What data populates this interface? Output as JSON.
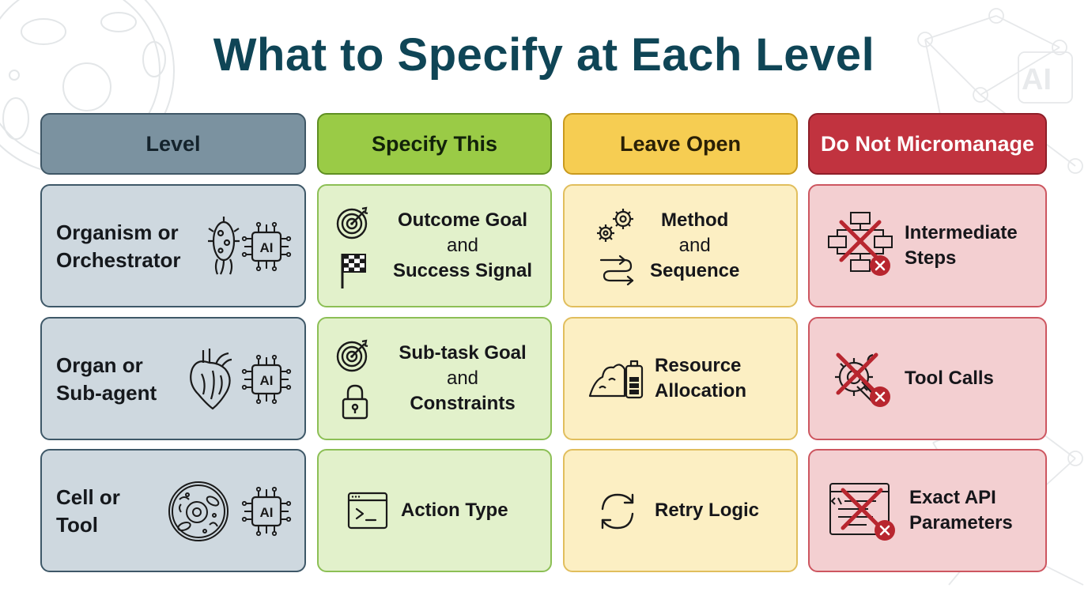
{
  "title": "What to Specify at Each Level",
  "headers": {
    "level": "Level",
    "specify": "Specify This",
    "leave": "Leave Open",
    "dont": "Do Not Micromanage"
  },
  "rows": [
    {
      "level_line1": "Organism or",
      "level_line2": "Orchestrator",
      "level_icon": "bacterium-icon",
      "specify_line1": "Outcome Goal",
      "specify_line2": "and",
      "specify_line3": "Success Signal",
      "leave_line1": "Method",
      "leave_line2": "and",
      "leave_line3": "Sequence",
      "dont_line1": "Intermediate",
      "dont_line2": "Steps"
    },
    {
      "level_line1": "Organ or",
      "level_line2": "Sub-agent",
      "level_icon": "heart-icon",
      "specify_line1": "Sub-task Goal",
      "specify_line2": "and",
      "specify_line3": "Constraints",
      "leave_line1": "Resource",
      "leave_line2": "Allocation",
      "dont_line1": "Tool Calls"
    },
    {
      "level_line1": "Cell or",
      "level_line2": "Tool",
      "level_icon": "cell-icon",
      "specify_line1": "Action Type",
      "leave_line1": "Retry Logic",
      "dont_line1": "Exact API",
      "dont_line2": "Parameters"
    }
  ],
  "decor": {
    "ai_badge": "AI",
    "chip_label": "AI"
  },
  "colors": {
    "title": "#0f4556",
    "level_header": "#7b92a0",
    "specify_header": "#9acb46",
    "leave_header": "#f6cd52",
    "dont_header": "#c1333f",
    "cross_red": "#b8262f"
  }
}
